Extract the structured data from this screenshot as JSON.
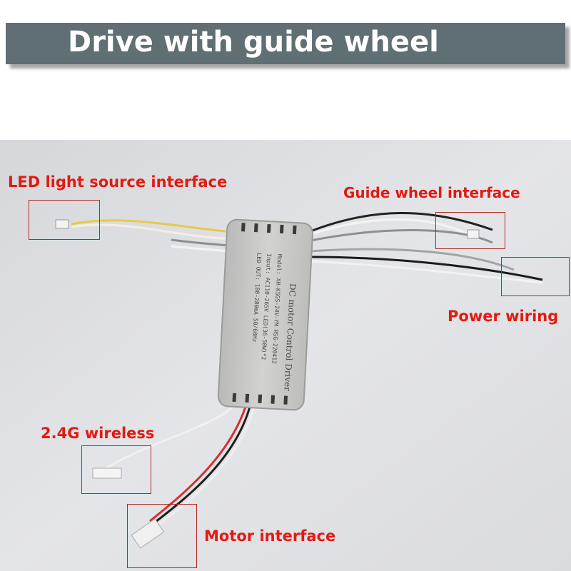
{
  "title": "Drive with guide wheel",
  "driver_label": {
    "line1": "DC motor Control Driver",
    "model": "Model: XH-KSGS-24V-YM   RSG-220412",
    "input": "Input: AC110-265V  LED(36-50W)*2",
    "output": "LED OUT: 180-280mA   50/60Hz"
  },
  "callouts": {
    "led": "LED light source interface",
    "guide": "Guide wheel interface",
    "power": "Power wiring",
    "wireless": "2.4G wireless",
    "motor": "Motor interface"
  },
  "colors": {
    "callout": "#e21a12",
    "title_bar": "#5f6f74"
  }
}
